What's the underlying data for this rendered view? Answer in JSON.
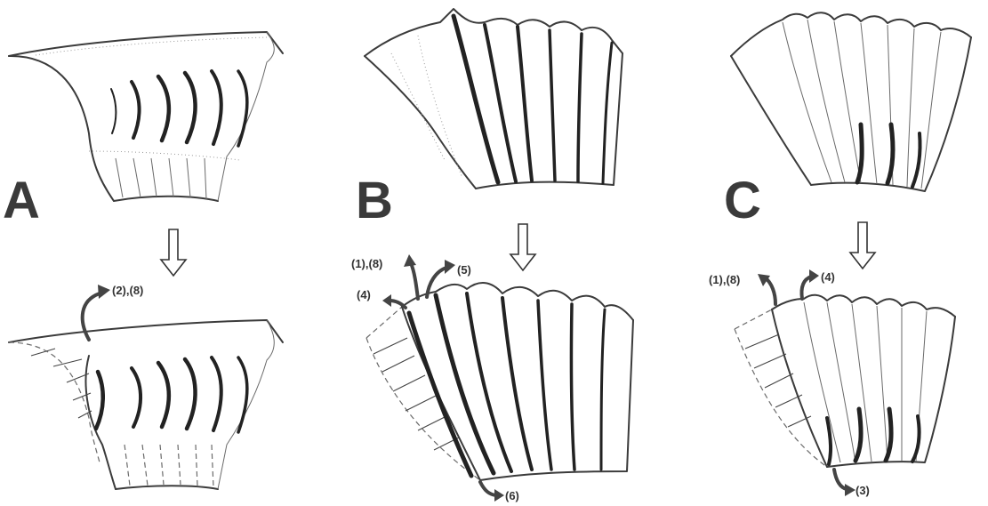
{
  "panels": [
    {
      "letter": "A",
      "callouts": [
        "(2),(8)"
      ]
    },
    {
      "letter": "B",
      "callouts": [
        "(1),(8)",
        "(5)",
        "(4)",
        "(6)"
      ]
    },
    {
      "letter": "C",
      "callouts": [
        "(1),(8)",
        "(4)",
        "(3)"
      ]
    }
  ]
}
